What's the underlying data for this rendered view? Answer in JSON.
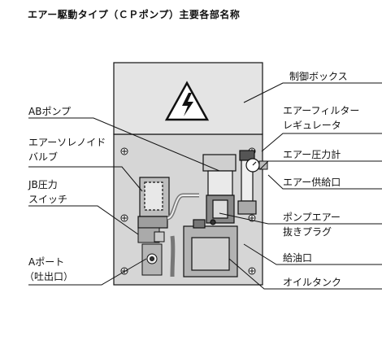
{
  "title": "エアー駆動タイプ（ＣＰポンプ）主要各部名称",
  "labels": {
    "control_box": "制御ボックス",
    "ab_pump": "ABポンプ",
    "air_filter_regulator_1": "エアーフィルター",
    "air_filter_regulator_2": "レギュレータ",
    "air_solenoid_1": "エアーソレノイド",
    "air_solenoid_2": "バルブ",
    "air_pressure_gauge": "エアー圧力計",
    "air_supply_port": "エアー供給口",
    "jb_pressure_1": "JB圧力",
    "jb_pressure_2": "スイッチ",
    "pump_air_vent_1": "ポンプエアー",
    "pump_air_vent_2": "抜きプラグ",
    "port_a_1": "Aポート",
    "port_a_2": "（吐出口）",
    "oil_inlet": "給油口",
    "oil_tank": "オイルタンク"
  },
  "colors": {
    "panel": "#d9d9d9",
    "box": "#e6e6e6",
    "line": "#111111"
  },
  "icons": {
    "warning": "high-voltage-warning-icon"
  }
}
